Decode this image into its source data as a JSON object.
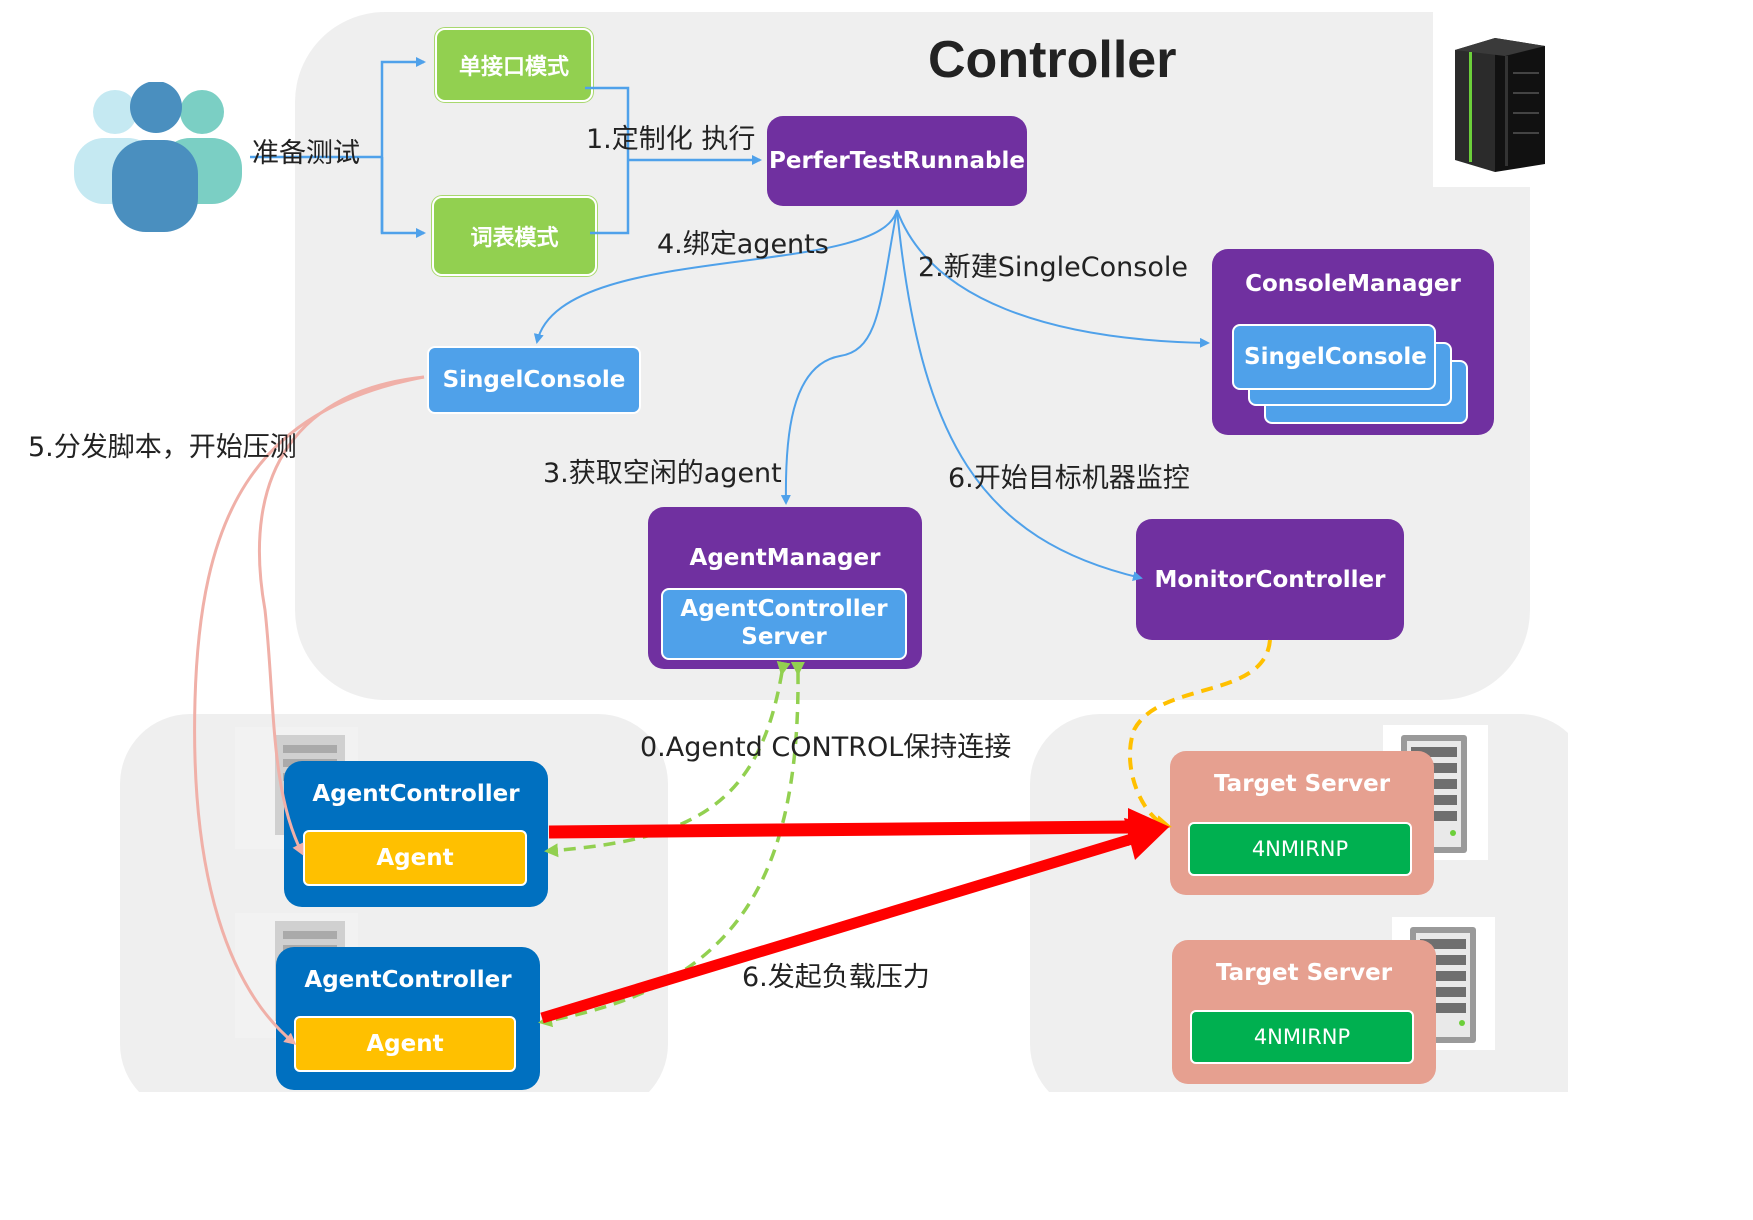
{
  "controller_title": "Controller",
  "user_action_label": "准备测试",
  "modes": {
    "single": "单接口模式",
    "wordlist": "词表模式"
  },
  "nodes": {
    "runnable": "PerferTestRunnable",
    "singel_console": "SingelConsole",
    "console_manager": {
      "title": "ConsoleManager",
      "item": "SingelConsole"
    },
    "agent_manager": {
      "title": "AgentManager",
      "inner": "AgentController\nServer"
    },
    "monitor": "MonitorController",
    "agent_controllers": [
      {
        "title": "AgentController",
        "agent": "Agent"
      },
      {
        "title": "AgentController",
        "agent": "Agent"
      }
    ],
    "target_servers": [
      {
        "title": "Target Server",
        "inner": "4NMIRNP"
      },
      {
        "title": "Target Server",
        "inner": "4NMIRNP"
      }
    ]
  },
  "steps": {
    "step1": "1.定制化 执行",
    "step2": "2.新建SingleConsole",
    "step3": "3.获取空闲的agent",
    "step4": "4.绑定agents",
    "step5": "5.分发脚本，开始压测",
    "step6_monitor": "6.开始目标机器监控",
    "step0": "0.Agentd CONTROL保持连接",
    "step6_load": "6.发起负载压力"
  },
  "colors": {
    "green": "#92d050",
    "purple": "#7030a0",
    "light_blue": "#4fa1ea",
    "dark_blue": "#0070c0",
    "yellow": "#ffc000",
    "salmon": "#e6a090",
    "lime": "#00b050",
    "arrow_blue": "#4fa1ea",
    "arrow_pink": "#f0b0a8",
    "arrow_green_dashed": "#92d050",
    "arrow_yellow_dashed": "#ffc000",
    "arrow_red": "#ff0000",
    "region_gray": "#efefef"
  },
  "icons": [
    "users-icon",
    "rack-server-icon",
    "tower-server-icon",
    "storage-server-icon"
  ]
}
